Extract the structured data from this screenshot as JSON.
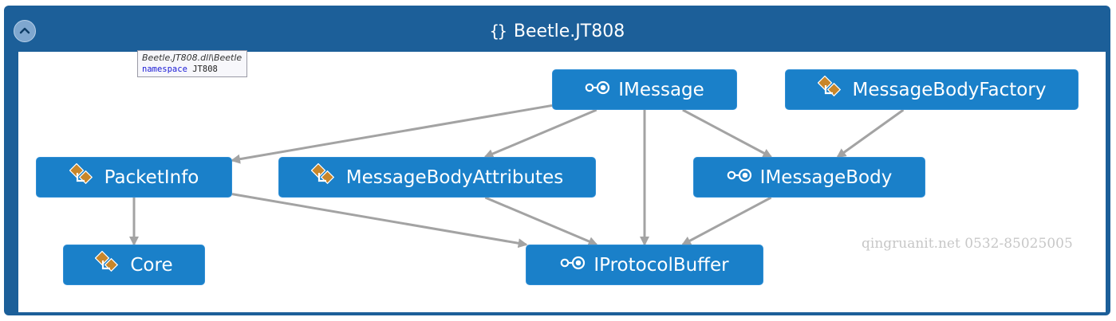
{
  "group": {
    "title": "Beetle.JT808",
    "icon": "namespace-braces-icon"
  },
  "tooltip": {
    "path": "Beetle.JT808.dll\\Beetle",
    "keyword": "namespace",
    "name": "JT808"
  },
  "nodes": [
    {
      "id": "imessage",
      "label": "IMessage",
      "kind": "interface"
    },
    {
      "id": "messagebodyfactory",
      "label": "MessageBodyFactory",
      "kind": "class"
    },
    {
      "id": "packetinfo",
      "label": "PacketInfo",
      "kind": "class"
    },
    {
      "id": "messagebodyattributes",
      "label": "MessageBodyAttributes",
      "kind": "class"
    },
    {
      "id": "imessagebody",
      "label": "IMessageBody",
      "kind": "interface"
    },
    {
      "id": "core",
      "label": "Core",
      "kind": "class"
    },
    {
      "id": "iprotocolbuffer",
      "label": "IProtocolBuffer",
      "kind": "interface"
    }
  ],
  "edges": [
    {
      "from": "imessage",
      "to": "packetinfo"
    },
    {
      "from": "imessage",
      "to": "messagebodyattributes"
    },
    {
      "from": "imessage",
      "to": "iprotocolbuffer"
    },
    {
      "from": "imessage",
      "to": "imessagebody"
    },
    {
      "from": "messagebodyfactory",
      "to": "imessagebody"
    },
    {
      "from": "packetinfo",
      "to": "core"
    },
    {
      "from": "packetinfo",
      "to": "iprotocolbuffer"
    },
    {
      "from": "messagebodyattributes",
      "to": "iprotocolbuffer"
    },
    {
      "from": "imessagebody",
      "to": "iprotocolbuffer"
    }
  ],
  "watermark": "qingruanit.net 0532-85025005",
  "colors": {
    "frame": "#1c5f99",
    "node": "#1a80c9",
    "edge": "#a3a3a3",
    "class_icon": "#c8862a"
  }
}
